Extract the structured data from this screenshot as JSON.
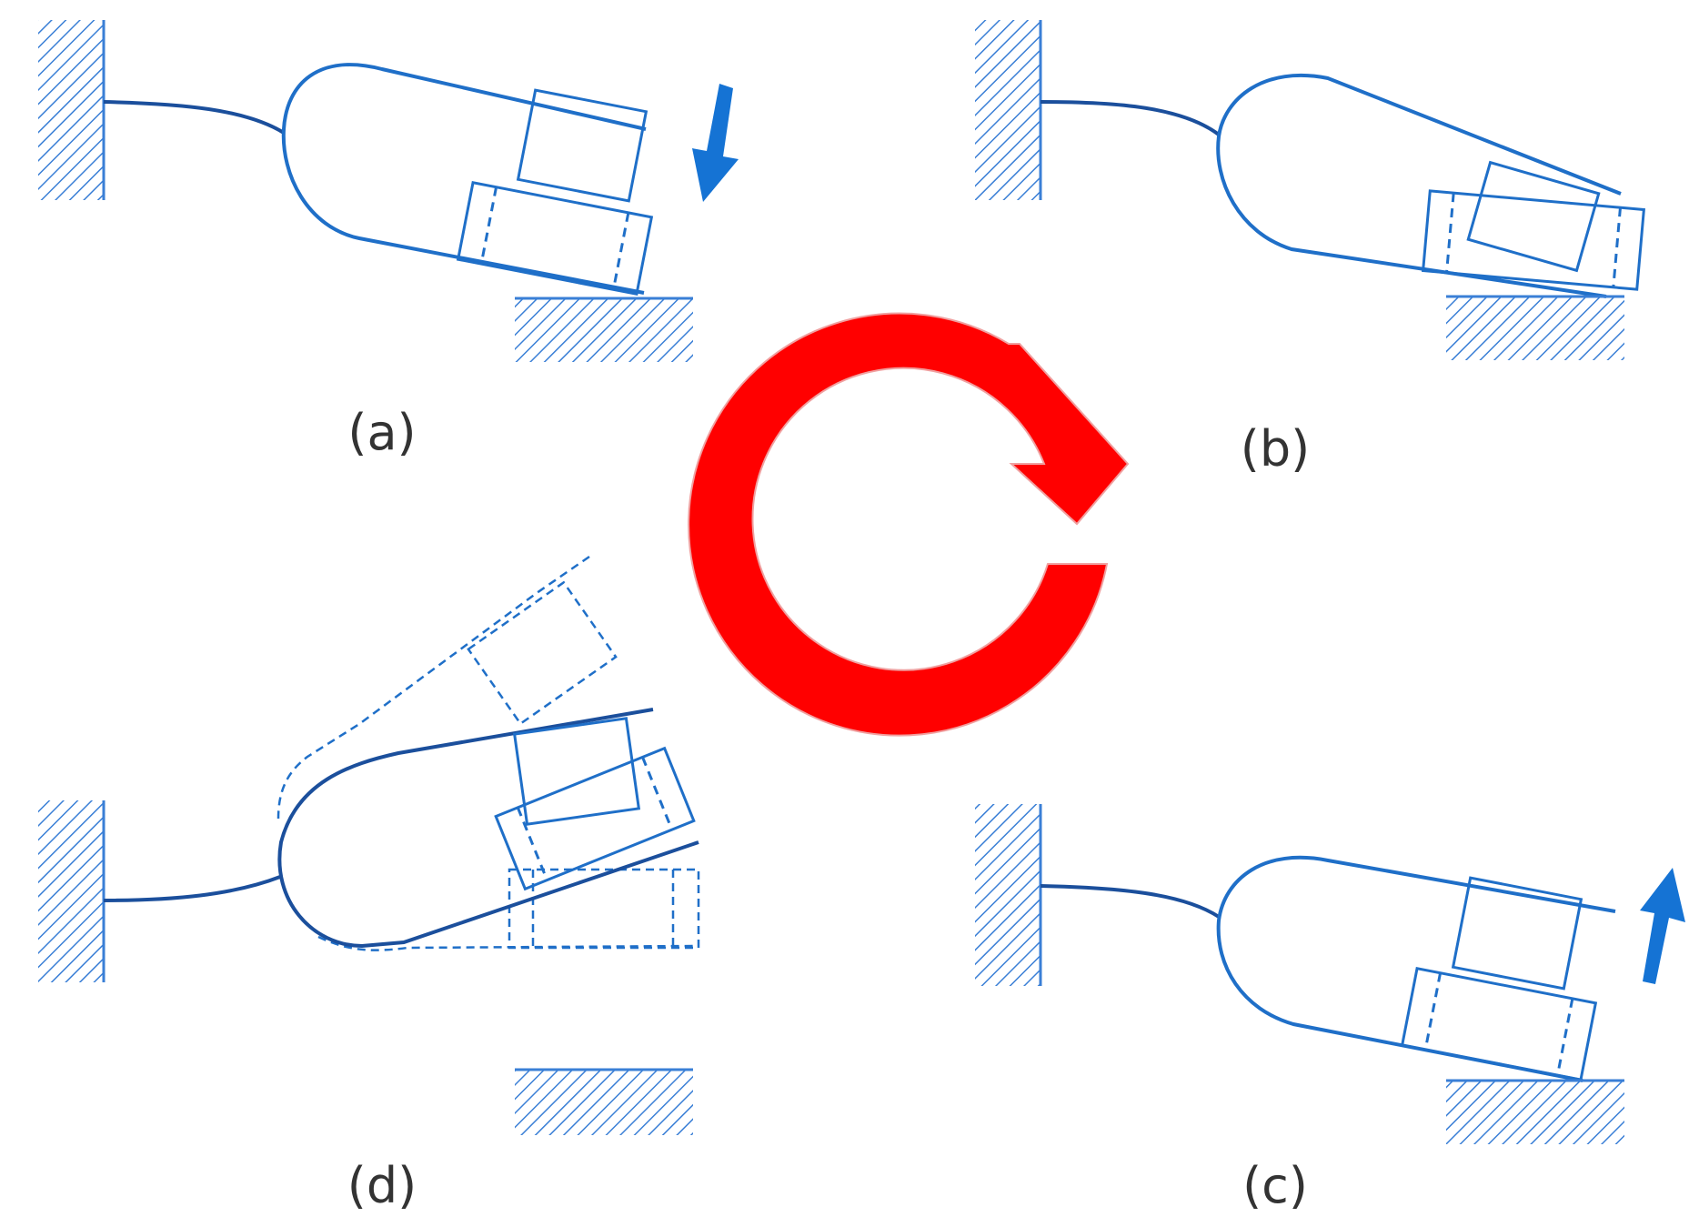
{
  "panels": [
    {
      "label": "(a)",
      "motion": "down"
    },
    {
      "label": "(b)",
      "motion": "none"
    },
    {
      "label": "(c)",
      "motion": "up"
    },
    {
      "label": "(d)",
      "motion": "none"
    }
  ],
  "cycle_direction": "clockwise",
  "colors": {
    "line": "#1f6fc8",
    "dark_line": "#1b4f9c",
    "hatch": "#3a7fd6",
    "motion_arrow": "#1573d4",
    "cycle_arrow": "#ff0000"
  }
}
